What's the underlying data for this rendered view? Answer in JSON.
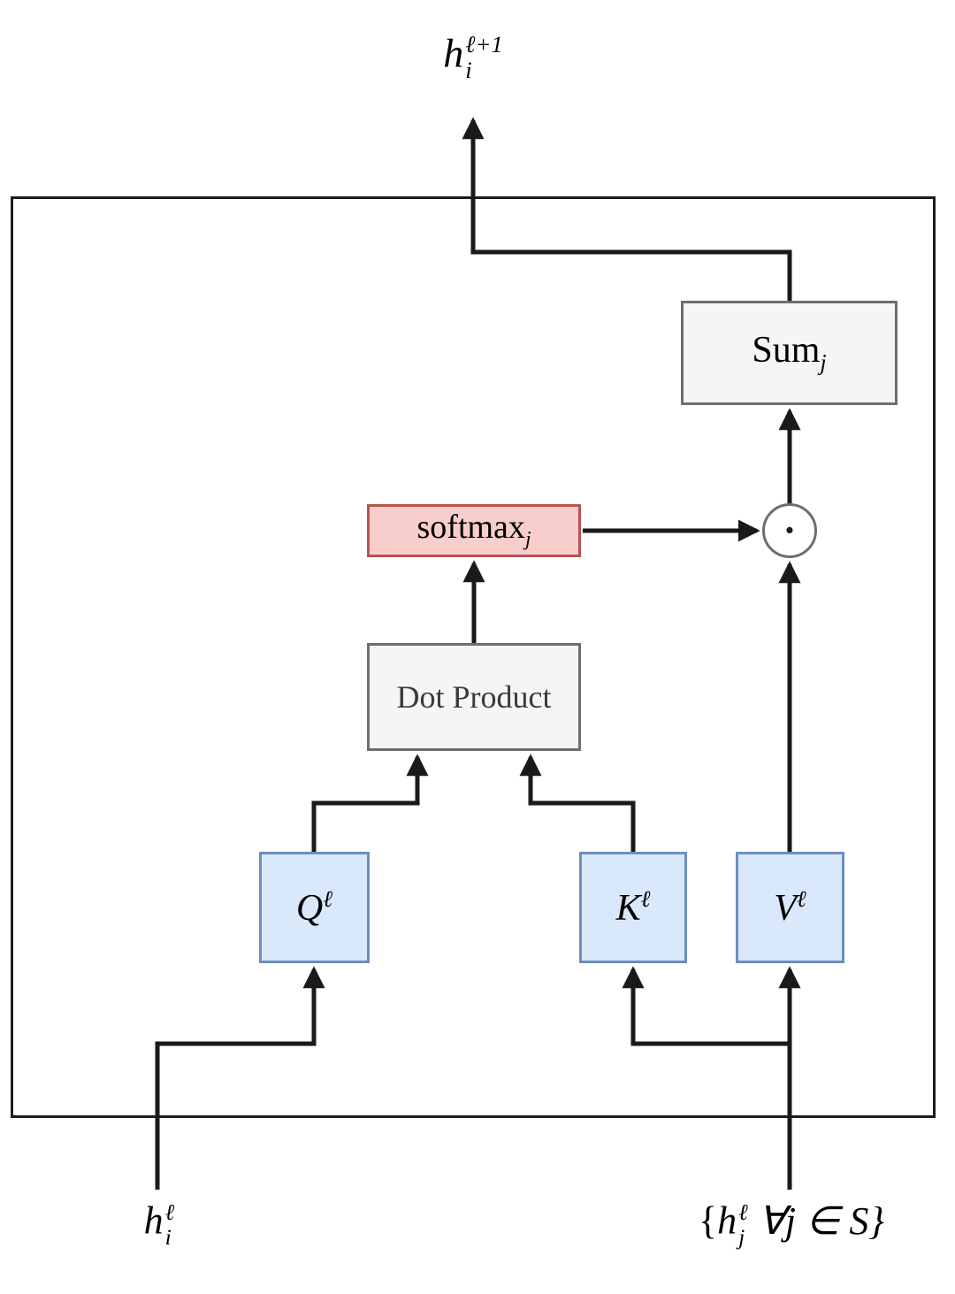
{
  "labels": {
    "output": {
      "base": "h",
      "sub": "i",
      "sup": "ℓ+1"
    },
    "sum": {
      "base": "Sum",
      "sub": "j"
    },
    "softmax": {
      "base": "softmax",
      "sub": "j"
    },
    "dot_product": "Dot Product",
    "multiply": "·",
    "q": {
      "base": "Q",
      "sup": "ℓ"
    },
    "k": {
      "base": "K",
      "sup": "ℓ"
    },
    "v": {
      "base": "V",
      "sup": "ℓ"
    },
    "input_left": {
      "base": "h",
      "sub": "i",
      "sup": "ℓ"
    },
    "input_right": {
      "prefix": "{",
      "base": "h",
      "sub": "j",
      "sup": "ℓ",
      "suffix": "∀j ∈ S}"
    }
  },
  "colors": {
    "line": "#1a1a1a",
    "projection_fill": "#dae8fc",
    "projection_stroke": "#6c8ebf",
    "softmax_fill": "#f8cecc",
    "softmax_stroke": "#b85450",
    "operator_fill": "#f5f5f5",
    "operator_stroke": "#6e6e6e"
  }
}
